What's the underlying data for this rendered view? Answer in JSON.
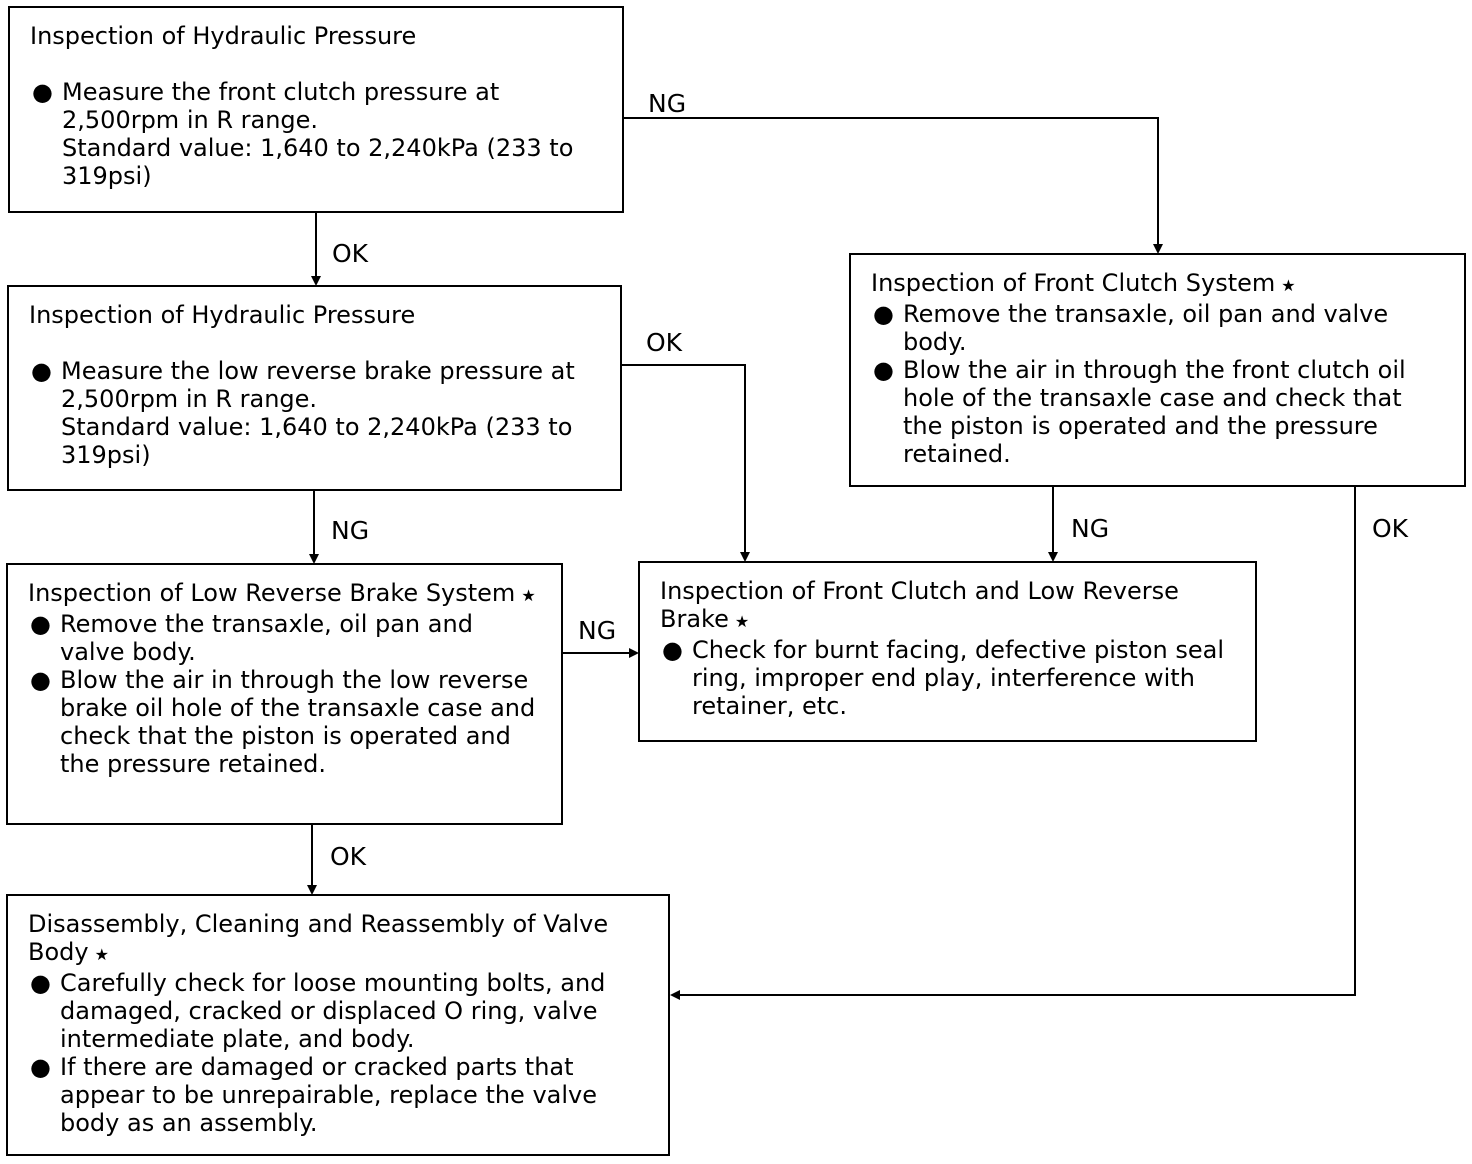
{
  "boxes": {
    "hp1": {
      "title": "Inspection of Hydraulic Pressure",
      "items": [
        {
          "text": "Measure the front clutch pressure at 2,500rpm in R range.",
          "sub": "Standard value: 1,640 to 2,240kPa (233 to 319psi)"
        }
      ]
    },
    "hp2": {
      "title": "Inspection of Hydraulic Pressure",
      "items": [
        {
          "text": "Measure the low reverse brake pressure at 2,500rpm in R range.",
          "sub": "Standard value: 1,640 to 2,240kPa (233 to 319psi)"
        }
      ]
    },
    "fcs": {
      "title": "Inspection of Front Clutch System",
      "star": "★",
      "items": [
        {
          "text": "Remove the transaxle, oil pan and valve body."
        },
        {
          "text": "Blow the air in through the front clutch oil hole of the transaxle case and check that the piston is operated and the pressure retained."
        }
      ]
    },
    "lrb": {
      "title": "Inspection of Low Reverse Brake System",
      "star": "★",
      "items": [
        {
          "text": "Remove the transaxle, oil pan and valve body."
        },
        {
          "text": "Blow the air in through the low reverse brake oil hole of the transaxle case and check that the piston is operated and the pressure retained."
        }
      ]
    },
    "fclr": {
      "title": "Inspection of Front Clutch and Low Reverse Brake",
      "star": "★",
      "items": [
        {
          "text": "Check for burnt facing, defective piston seal ring, improper end play, interference with retainer, etc."
        }
      ]
    },
    "vb": {
      "title": "Disassembly, Cleaning and Reassembly of Valve Body",
      "star": "★",
      "items": [
        {
          "text": "Carefully check for loose mounting bolts, and damaged, cracked or displaced O ring, valve intermediate plate, and body."
        },
        {
          "text": "If there are damaged or cracked parts that appear to be unrepairable, replace the valve body as an assembly."
        }
      ]
    }
  },
  "bullet": "●",
  "labels": {
    "ng_hp1_fcs": "NG",
    "ok_hp1_hp2": "OK",
    "ok_hp2_fclr": "OK",
    "ng_hp2_lrb": "NG",
    "ng_lrb_fclr": "NG",
    "ng_fcs_fclr": "NG",
    "ok_fcs_vb": "OK",
    "ok_lrb_vb": "OK"
  }
}
